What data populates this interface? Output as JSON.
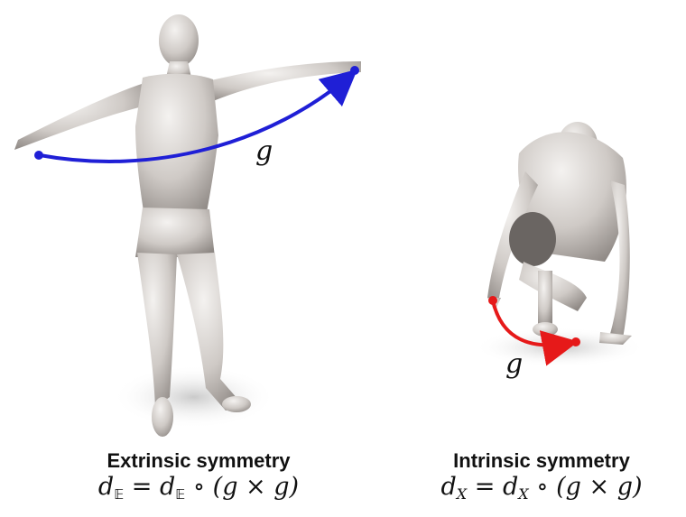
{
  "left": {
    "title": "Extrinsic symmetry",
    "formula": {
      "lhs_d": "d",
      "lhs_sub": "𝔼",
      "equals": "=",
      "rhs_d": "d",
      "rhs_sub": "𝔼",
      "compose": "∘",
      "group": "(g × g)"
    },
    "arc_label": "g",
    "arc_color": "#1f1fd6"
  },
  "right": {
    "title": "Intrinsic symmetry",
    "formula": {
      "lhs_d": "d",
      "lhs_sub": "X",
      "equals": "=",
      "rhs_d": "d",
      "rhs_sub": "X",
      "compose": "∘",
      "group": "(g × g)"
    },
    "arc_label": "g",
    "arc_color": "#e61919"
  }
}
